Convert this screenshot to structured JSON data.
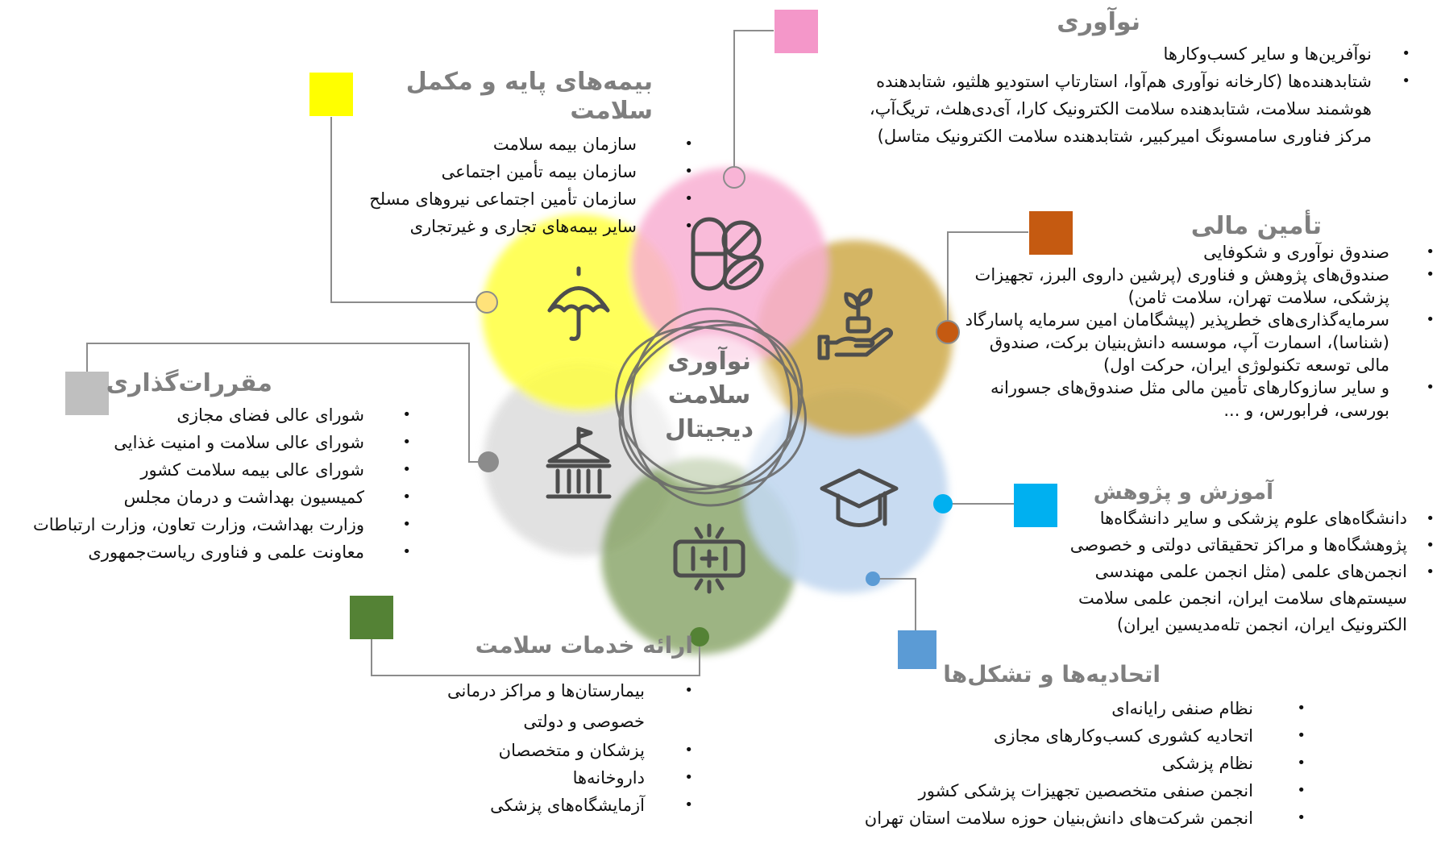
{
  "center": {
    "title": [
      "نوآوری",
      "سلامت",
      "دیجیتال"
    ]
  },
  "colors": {
    "innovation": "#f497c9",
    "insurance": "#ffff00",
    "finance": "#c55a11",
    "regulation": "#bfbfbf",
    "education": "#00b0f0",
    "service": "#548235",
    "unions": "#5b9bd5"
  },
  "icons": {
    "innovation": "pills-icon",
    "insurance": "umbrella-icon",
    "finance": "hand-plant-icon",
    "regulation": "government-building-icon",
    "education": "graduation-cap-icon",
    "service": "medical-device-icon"
  },
  "groups": {
    "innovation": {
      "title": "نوآوری",
      "items": [
        "نوآفرین‌ها و سایر کسب‌وکارها",
        "شتابدهنده‌ها  (کارخانه نوآوری هم‌آوا، استارتاپ استودیو هلثیو، شتابدهنده هوشمند سلامت، شتابدهنده سلامت الکترونیک کارا، آی‌دی‌هلث، تریگ‌آپ، مرکز فناوری سامسونگ امیرکبیر، شتابدهنده سلامت الکترونیک متاسل)"
      ]
    },
    "insurance": {
      "title": "بیمه‌های پایه و مکمل سلامت",
      "items": [
        "سازمان بیمه سلامت",
        "سازمان بیمه تأمین اجتماعی",
        "سازمان تأمین اجتماعی نیروهای مسلح",
        "سایر بیمه‌های تجاری و غیرتجاری"
      ]
    },
    "finance": {
      "title": "تأمین مالی",
      "items": [
        "صندوق نوآوری و شکوفایی",
        "صندوق‌های پژوهش و فناوری (پرشین داروی البرز، تجهیزات پزشکی، سلامت تهران، سلامت ثامن)",
        "سرمایه‌گذاری‌های خطرپذیر (پیشگامان امین سرمایه پاسارگاد (شناسا)، اسمارت آپ، موسسه دانش‌بنیان برکت، صندوق مالی توسعه تکنولوژی ایران، حرکت اول)",
        "و سایر سازوکارهای تأمین مالی مثل صندوق‌های جسورانه بورسی، فرابورس، و ..."
      ]
    },
    "regulation": {
      "title": "مقررات‌گذاری",
      "items": [
        "شورای عالی فضای مجازی",
        "شورای عالی سلامت و امنیت غذایی",
        "شورای عالی بیمه سلامت کشور",
        "کمیسیون بهداشت و درمان مجلس",
        "وزارت بهداشت، وزارت تعاون، وزارت ارتباطات",
        "معاونت علمی و فناوری ریاست‌جمهوری"
      ]
    },
    "education": {
      "title": "آموزش و پژوهش",
      "items": [
        "دانشگاه‌های علوم پزشکی و سایر دانشگاه‌ها",
        "پژوهشگاه‌ها و مراکز تحقیقاتی دولتی و خصوصی",
        "انجمن‌های علمی (مثل انجمن علمی مهندسی سیستم‌های سلامت ایران، انجمن علمی سلامت الکترونیک ایران، انجمن تله‌مدیسین ایران)"
      ]
    },
    "service": {
      "title": "ارائه خدمات سلامت",
      "items": [
        "بیمارستان‌ها و مراکز درمانی خصوصی و دولتی",
        "پزشکان و متخصصان",
        "داروخانه‌ها",
        "آزمایشگاه‌های پزشکی"
      ]
    },
    "unions": {
      "title": "اتحادیه‌ها و تشکل‌ها",
      "items": [
        "نظام صنفی رایانه‌ای",
        "اتحادیه کشوری کسب‌وکارهای مجازی",
        "نظام پزشکی",
        "انجمن صنفی متخصصین تجهیزات پزشکی کشور",
        "انجمن شرکت‌های دانش‌بنیان حوزه سلامت استان تهران"
      ]
    }
  }
}
